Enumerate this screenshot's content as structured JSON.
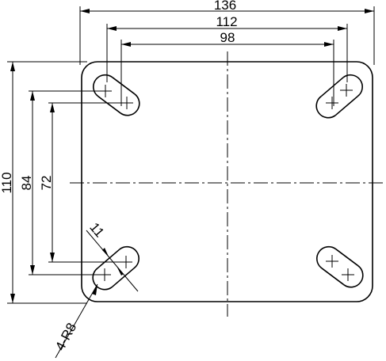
{
  "dimensions": {
    "overall_width": "136",
    "outer_hole_width": "112",
    "inner_hole_width": "98",
    "overall_height": "110",
    "outer_hole_height": "84",
    "inner_hole_height": "72",
    "slot_width": "11",
    "radius_callout": "4-R8"
  }
}
